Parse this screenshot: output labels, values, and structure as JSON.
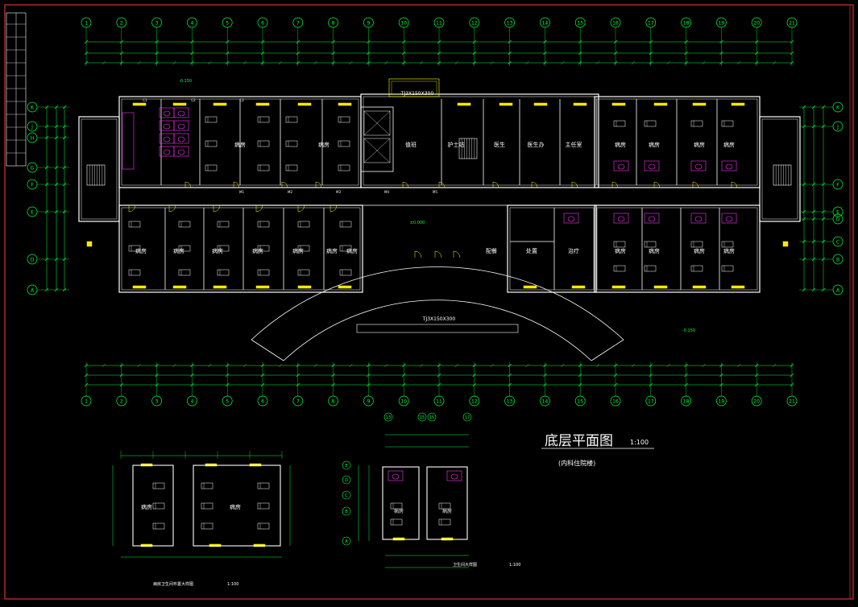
{
  "drawing": {
    "title": "底层平面图",
    "scale": "1:100",
    "note": "(内科住院楼)",
    "detail_caption_left": "病房卫生间布置大样图",
    "detail_caption_left_scale": "1:100",
    "detail_caption_right": "卫生间大样图",
    "detail_caption_right_scale": "1:100"
  },
  "grid_numbers": [
    "1",
    "2",
    "3",
    "4",
    "5",
    "6",
    "7",
    "8",
    "9",
    "10",
    "11",
    "12",
    "13",
    "14",
    "15",
    "16",
    "17",
    "18",
    "19",
    "20",
    "21"
  ],
  "grid_letters_left": [
    "K",
    "J",
    "H",
    "G",
    "F",
    "E",
    "D",
    "A"
  ],
  "grid_letters_right": [
    "K",
    "J",
    "F",
    "E",
    "D",
    "C",
    "B",
    "A"
  ],
  "detail_grid_top": [
    "13",
    "15",
    "15",
    "17"
  ],
  "detail_grid_left": [
    "E",
    "D",
    "C",
    "B",
    "A"
  ],
  "rooms_top": [
    "病房",
    "病房",
    "值班",
    "护士站",
    "医生",
    "医生办",
    "主任室",
    "病房",
    "病房",
    "病房",
    "病房"
  ],
  "rooms_bottom": [
    "病房",
    "病房",
    "病房",
    "病房",
    "病房",
    "病房",
    "病房",
    "配餐",
    "处置",
    "治疗",
    "病房",
    "病房",
    "病房",
    "病房"
  ],
  "door_labels": [
    "M1",
    "M2",
    "M3",
    "M4",
    "M5"
  ],
  "window_labels": [
    "C1",
    "C2",
    "C3"
  ],
  "annotations": [
    "TJ3X150X300",
    "±0.000",
    "-0.150",
    "-0.150"
  ],
  "colors": {
    "background": "#000000",
    "border": "#ff3b3b",
    "wall": "#ffffff",
    "dimension": "#00ff3c",
    "window": "#ffe800",
    "fixture": "#ff33ff",
    "stair": "#ffff66"
  }
}
